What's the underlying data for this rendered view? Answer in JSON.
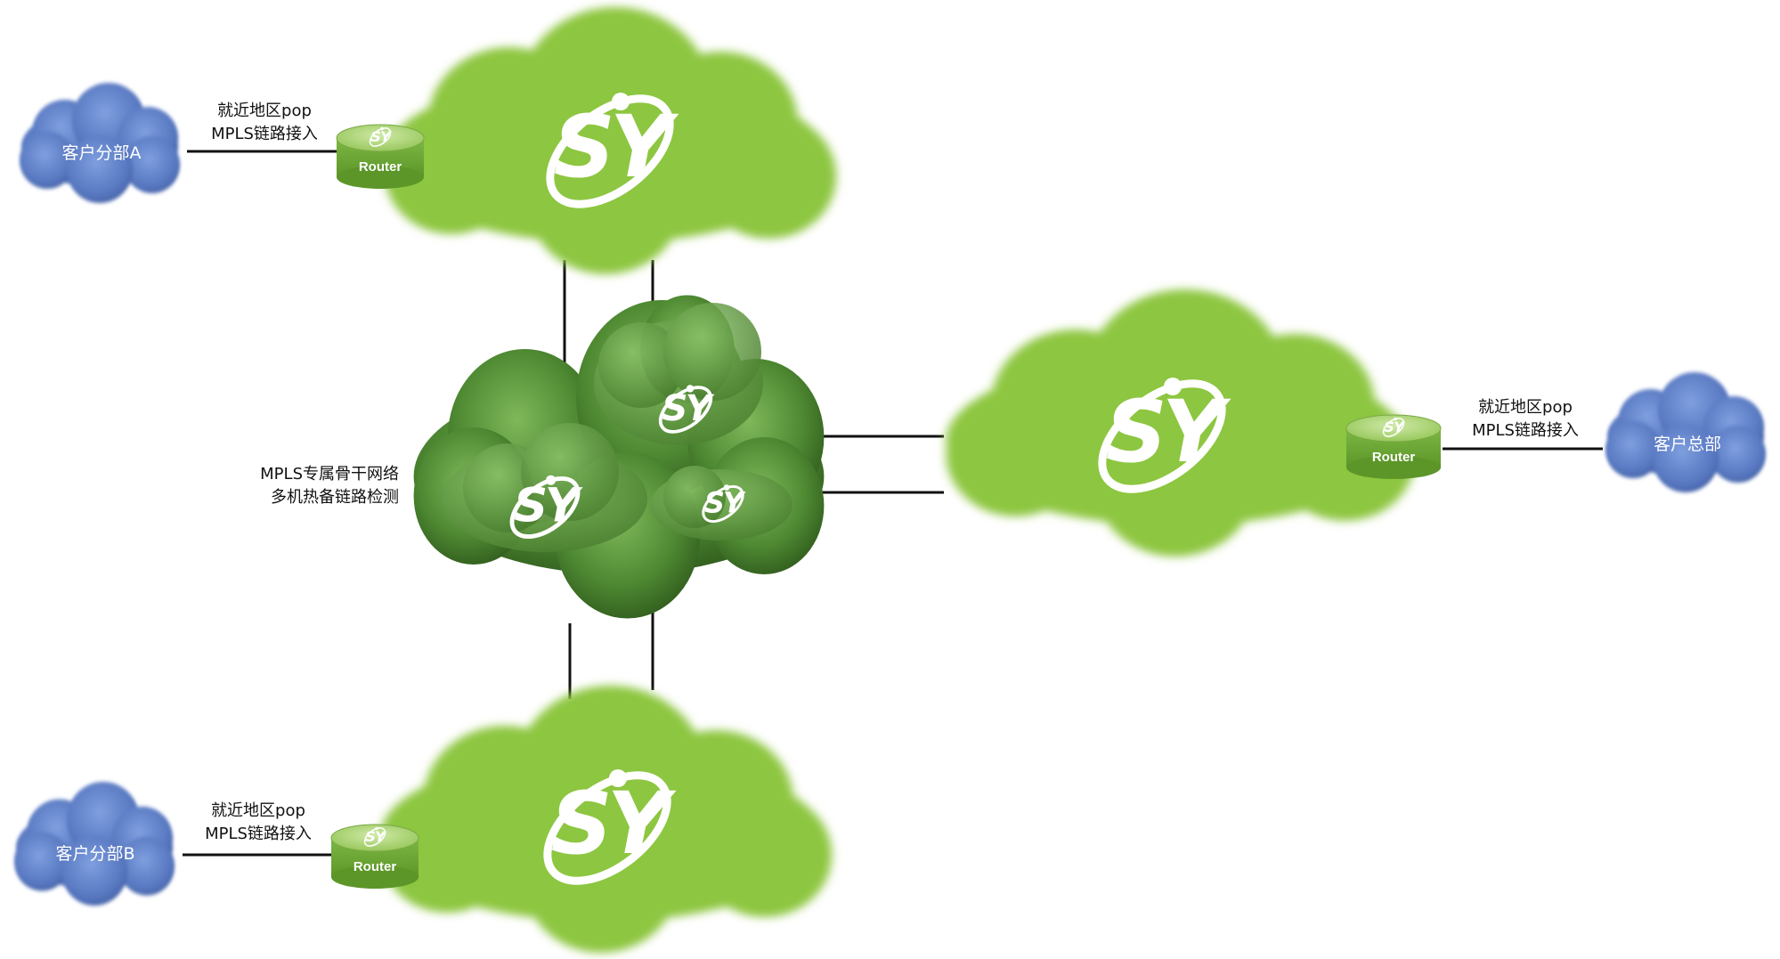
{
  "labels": {
    "pop_access_line1": "就近地区pop",
    "pop_access_line2": "MPLS链路接入",
    "backbone_line1": "MPLS专属骨干网络",
    "backbone_line2": "多机热备链路检测"
  },
  "router_label": "Router",
  "clients": {
    "branch_a": "客户分部A",
    "branch_b": "客户分部B",
    "headquarters": "客户总部"
  },
  "logo_text": "SY",
  "colors": {
    "pop_cloud": "#8dc63f",
    "backbone_dark": "#3e6b26",
    "backbone_light": "#6ba84a",
    "client_cloud": "#5b7fc4",
    "router_top": "#a5d46a",
    "router_body": "#6fa83a",
    "lines": "#111111"
  }
}
